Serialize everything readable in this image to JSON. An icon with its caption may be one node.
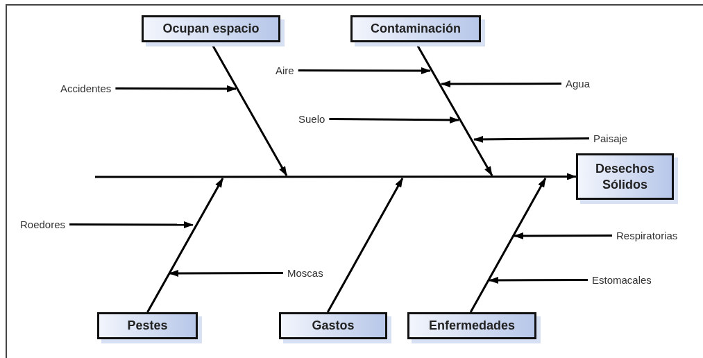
{
  "diagram": {
    "nodes": [
      {
        "text": [
          "Ocupan espacio"
        ]
      },
      {
        "text": [
          "Contaminación"
        ]
      },
      {
        "text": [
          "Desechos Sólidos"
        ]
      },
      {
        "text": [
          "Pestes"
        ]
      },
      {
        "text": [
          "Gastos"
        ]
      },
      {
        "text": [
          "Enfermedades"
        ]
      },
      {
        "text": [
          "Accidentes"
        ]
      },
      {
        "text": [
          "Aire"
        ]
      },
      {
        "text": [
          "Agua"
        ]
      },
      {
        "text": [
          "Suelo"
        ]
      },
      {
        "text": [
          "Paisaje"
        ]
      },
      {
        "text": [
          "Roedores"
        ]
      },
      {
        "text": [
          "Moscas"
        ]
      },
      {
        "text": [
          "Respiratorias"
        ]
      },
      {
        "text": [
          "Estomacales"
        ]
      }
    ],
    "edges": [
      {
        "from": null,
        "to": 2,
        "arrow": "to"
      },
      {
        "from": 0,
        "to": null,
        "arrow": "to"
      },
      {
        "from": 1,
        "to": null,
        "arrow": "to"
      },
      {
        "from": 3,
        "to": null,
        "arrow": "to"
      },
      {
        "from": 4,
        "to": null,
        "arrow": "to"
      },
      {
        "from": 5,
        "to": null,
        "arrow": "to"
      },
      {
        "from": 6,
        "to": null,
        "arrow": "to"
      },
      {
        "from": 7,
        "to": null,
        "arrow": "to"
      },
      {
        "from": 8,
        "to": null,
        "arrow": "to"
      },
      {
        "from": 9,
        "to": null,
        "arrow": "to"
      },
      {
        "from": 10,
        "to": null,
        "arrow": "to"
      },
      {
        "from": 11,
        "to": null,
        "arrow": "to"
      },
      {
        "from": 12,
        "to": null,
        "arrow": "to"
      },
      {
        "from": 13,
        "to": null,
        "arrow": "to"
      },
      {
        "from": 14,
        "to": null,
        "arrow": "to"
      }
    ]
  }
}
